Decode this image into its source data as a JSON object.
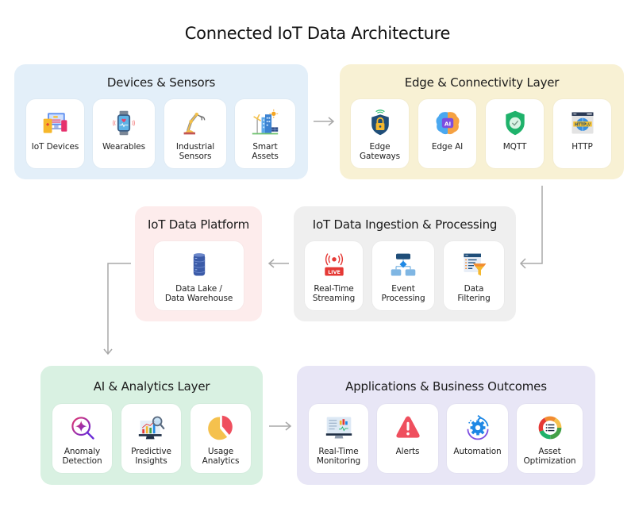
{
  "title": "Connected IoT Data Architecture",
  "colors": {
    "devices_bg": "#e3eff9",
    "edge_bg": "#f8f1d4",
    "platform_bg": "#fdecec",
    "ingestion_bg": "#efefef",
    "analytics_bg": "#d9f1e2",
    "applications_bg": "#e8e6f6",
    "arrow": "#a8a8a8"
  },
  "layers": {
    "devices": {
      "title": "Devices & Sensors",
      "items": [
        {
          "label": "IoT Devices",
          "icon": "devices-icon"
        },
        {
          "label": "Wearables",
          "icon": "smartwatch-icon"
        },
        {
          "label": "Industrial\nSensors",
          "icon": "robotic-arm-icon"
        },
        {
          "label": "Smart\nAssets",
          "icon": "smart-city-icon"
        }
      ]
    },
    "edge": {
      "title": "Edge & Connectivity Layer",
      "items": [
        {
          "label": "Edge\nGateways",
          "icon": "shield-lock-icon"
        },
        {
          "label": "Edge AI",
          "icon": "ai-brain-icon"
        },
        {
          "label": "MQTT",
          "icon": "shield-check-icon"
        },
        {
          "label": "HTTP",
          "icon": "http-globe-icon"
        }
      ]
    },
    "ingestion": {
      "title": "IoT Data Ingestion & Processing",
      "items": [
        {
          "label": "Real-Time\nStreaming",
          "icon": "live-broadcast-icon",
          "badge": "LIVE"
        },
        {
          "label": "Event\nProcessing",
          "icon": "flowchart-icon"
        },
        {
          "label": "Data\nFiltering",
          "icon": "funnel-filter-icon"
        }
      ]
    },
    "platform": {
      "title": "IoT Data Platform",
      "items": [
        {
          "label": "Data Lake /\nData Warehouse",
          "icon": "database-icon"
        }
      ]
    },
    "analytics": {
      "title": "AI & Analytics Layer",
      "items": [
        {
          "label": "Anomaly\nDetection",
          "icon": "anomaly-search-icon"
        },
        {
          "label": "Predictive\nInsights",
          "icon": "chart-magnifier-icon"
        },
        {
          "label": "Usage\nAnalytics",
          "icon": "pie-chart-icon"
        }
      ]
    },
    "applications": {
      "title": "Applications & Business Outcomes",
      "items": [
        {
          "label": "Real-Time\nMonitoring",
          "icon": "monitor-dashboard-icon"
        },
        {
          "label": "Alerts",
          "icon": "alert-triangle-icon"
        },
        {
          "label": "Automation",
          "icon": "gear-cycle-icon"
        },
        {
          "label": "Asset\nOptimization",
          "icon": "donut-list-icon"
        }
      ]
    }
  }
}
